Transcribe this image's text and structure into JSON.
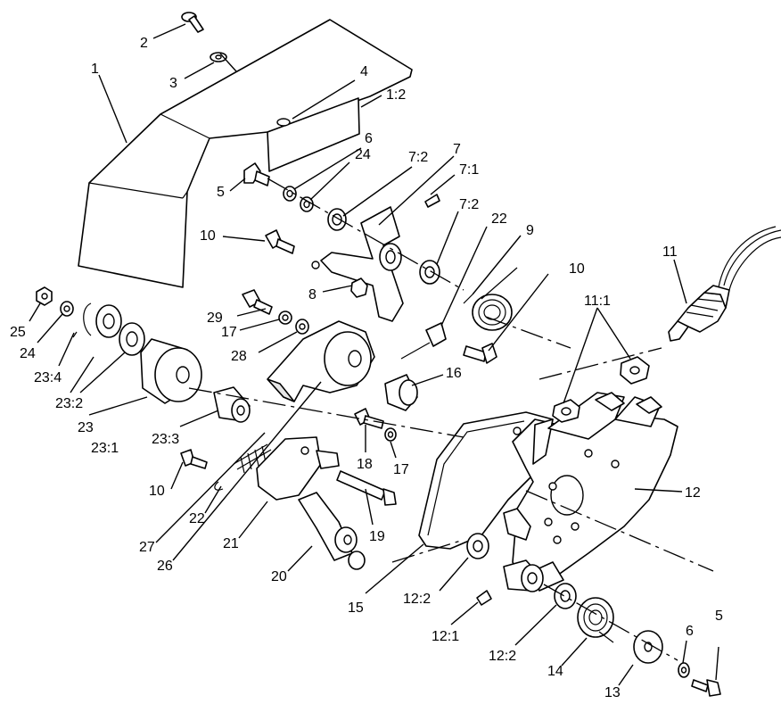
{
  "callouts": {
    "c1": "1",
    "c2": "2",
    "c3": "3",
    "c4": "4",
    "c1_2": "1:2",
    "c6a": "6",
    "c24a": "24",
    "c5a": "5",
    "c7_2a": "7:2",
    "c7": "7",
    "c7_1": "7:1",
    "c7_2b": "7:2",
    "c22a": "22",
    "c9": "9",
    "c10a": "10",
    "c10b": "10",
    "c11": "11",
    "c11_1": "11:1",
    "c8": "8",
    "c29": "29",
    "c17a": "17",
    "c28": "28",
    "c25": "25",
    "c24b": "24",
    "c23_4": "23:4",
    "c23_2": "23:2",
    "c23": "23",
    "c23_1": "23:1",
    "c23_3": "23:3",
    "c16": "16",
    "c18": "18",
    "c17b": "17",
    "c12": "12",
    "c10c": "10",
    "c22b": "22",
    "c27": "27",
    "c26": "26",
    "c21": "21",
    "c19": "19",
    "c20": "20",
    "c15": "15",
    "c12_2a": "12:2",
    "c12_1": "12:1",
    "c12_2b": "12:2",
    "c14": "14",
    "c13": "13",
    "c6b": "6",
    "c5b": "5"
  }
}
